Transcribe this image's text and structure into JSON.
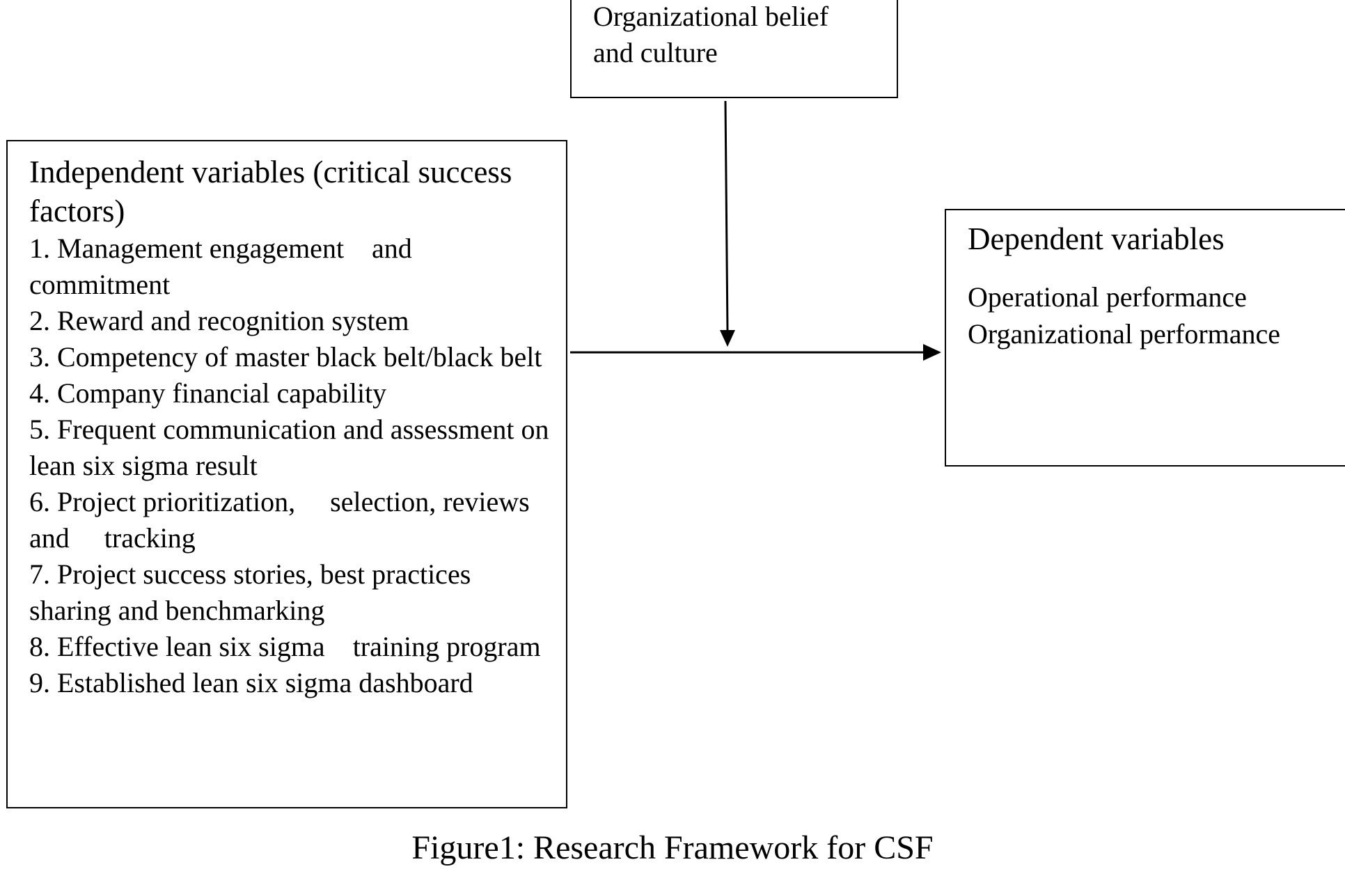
{
  "moderator": {
    "label": "Organizational belief and culture"
  },
  "independent": {
    "heading": "Independent variables (critical success factors)",
    "factors": [
      "1. Management engagement    and commitment",
      "2. Reward and recognition system",
      "3. Competency of master black belt/black belt",
      "4. Company financial capability",
      "5. Frequent communication and assessment on lean six sigma result",
      "6. Project prioritization,     selection, reviews and     tracking",
      "7. Project success stories, best practices sharing and benchmarking",
      "8. Effective lean six sigma    training program",
      "9. Established lean six sigma dashboard"
    ]
  },
  "dependent": {
    "heading": "Dependent variables",
    "outcomes": [
      "Operational performance",
      "Organizational performance"
    ]
  },
  "caption": "Figure1: Research Framework for CSF"
}
